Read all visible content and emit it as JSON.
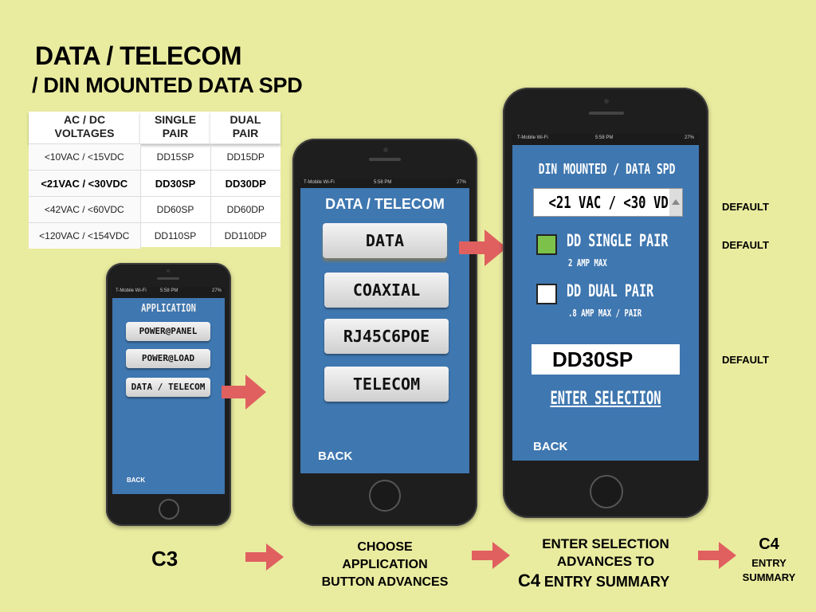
{
  "slide": {
    "title_line1": "DATA / TELECOM",
    "title_line2": "/ DIN MOUNTED DATA SPD"
  },
  "table": {
    "headers": [
      "AC / DC\nVOLTAGES",
      "SINGLE\nPAIR",
      "DUAL\nPAIR"
    ],
    "rows": [
      [
        "<10VAC / <15VDC",
        "DD15SP",
        "DD15DP"
      ],
      [
        "<21VAC / <30VDC",
        "DD30SP",
        "DD30DP"
      ],
      [
        "<42VAC / <60VDC",
        "DD60SP",
        "DD60DP"
      ],
      [
        "<120VAC / <154VDC",
        "DD110SP",
        "DD110DP"
      ]
    ]
  },
  "phone1": {
    "status_left": "T-Mobile Wi-Fi",
    "status_time": "5:58 PM",
    "status_batt": "27%",
    "header": "APPLICATION",
    "buttons": [
      "POWER@PANEL",
      "POWER@LOAD",
      "DATA / TELECOM"
    ],
    "back": "BACK"
  },
  "phone2": {
    "status_left": "T-Mobile Wi-Fi",
    "status_time": "5:58 PM",
    "status_batt": "27%",
    "header": "DATA / TELECOM",
    "buttons": [
      "DATA",
      "COAXIAL",
      "RJ45C6POE",
      "TELECOM"
    ],
    "back": "BACK"
  },
  "phone3": {
    "status_left": "T-Mobile Wi-Fi",
    "status_time": "5:58 PM",
    "status_batt": "27%",
    "header": "DIN MOUNTED / DATA SPD",
    "select_value": "<21 VAC / <30 VDC",
    "option1_label": "DD SINGLE PAIR",
    "option1_sub": "2 AMP MAX",
    "option2_label": "DD DUAL PAIR",
    "option2_sub": ".8 AMP MAX / PAIR",
    "result": "DD30SP",
    "enter": "ENTER SELECTION",
    "back": "BACK"
  },
  "defaults": [
    "DEFAULT",
    "DEFAULT",
    "DEFAULT"
  ],
  "bottom": {
    "c3": "C3",
    "choose": "CHOOSE\nAPPLICATION\nBUTTON ADVANCES",
    "enter_line1": "ENTER SELECTION",
    "enter_line2": "ADVANCES TO",
    "enter_c4": "C4",
    "enter_summary": "ENTRY SUMMARY",
    "c4": "C4",
    "c4_sub": "ENTRY\nSUMMARY"
  },
  "colors": {
    "background": "#e9eb9f",
    "screen_blue": "#3f77b0",
    "arrow": "#e06060",
    "checked_green": "#7cc24a"
  }
}
